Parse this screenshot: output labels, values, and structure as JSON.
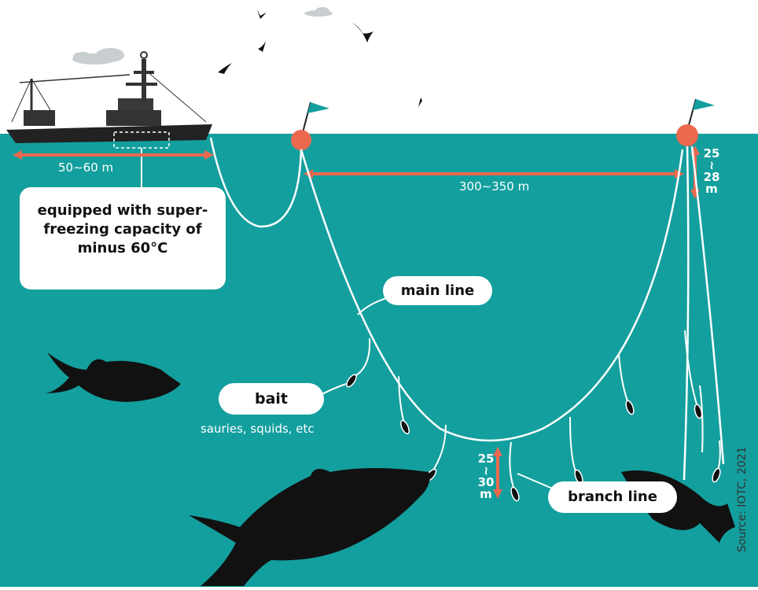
{
  "diagram": {
    "colors": {
      "sea": "#139f9e",
      "buoy": "#ec6950",
      "flag": "#139f9e",
      "line": "#ffffff",
      "silhouette": "#111111",
      "dimension": "#ec6950"
    },
    "ship_length": "50∼60 m",
    "buoy_spacing": "300∼350 m",
    "buoy_depth": {
      "top": "25",
      "tilde": "∼",
      "bottom": "28",
      "unit": "m"
    },
    "branch_depth": {
      "top": "25",
      "tilde": "∼",
      "bottom": "30",
      "unit": "m"
    },
    "callouts": {
      "freezer": "equipped with super-freezing capacity of minus 60°C",
      "main_line": "main line",
      "bait": "bait",
      "bait_detail": "sauries, squids, etc",
      "branch_line": "branch line"
    },
    "source": "Source: IOTC, 2021"
  }
}
